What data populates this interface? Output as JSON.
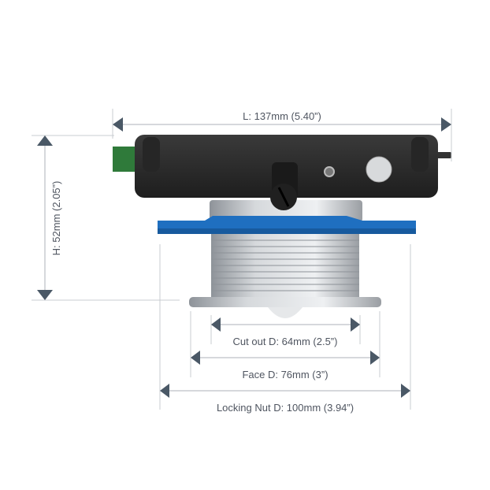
{
  "dimensions": {
    "length": "L: 137mm (5.40”)",
    "height": "H: 52mm (2.05”)",
    "cutout": "Cut out D: 64mm (2.5”)",
    "face": "Face D: 76mm (3”)",
    "locking_nut": "Locking Nut D: 100mm (3.94”)"
  },
  "colors": {
    "dimension_line": "#4a5866",
    "extension_line": "#c8ccd0",
    "housing": "#2a2a2a",
    "plate": "#1f6fc0",
    "connector": "#2f7a3a"
  }
}
